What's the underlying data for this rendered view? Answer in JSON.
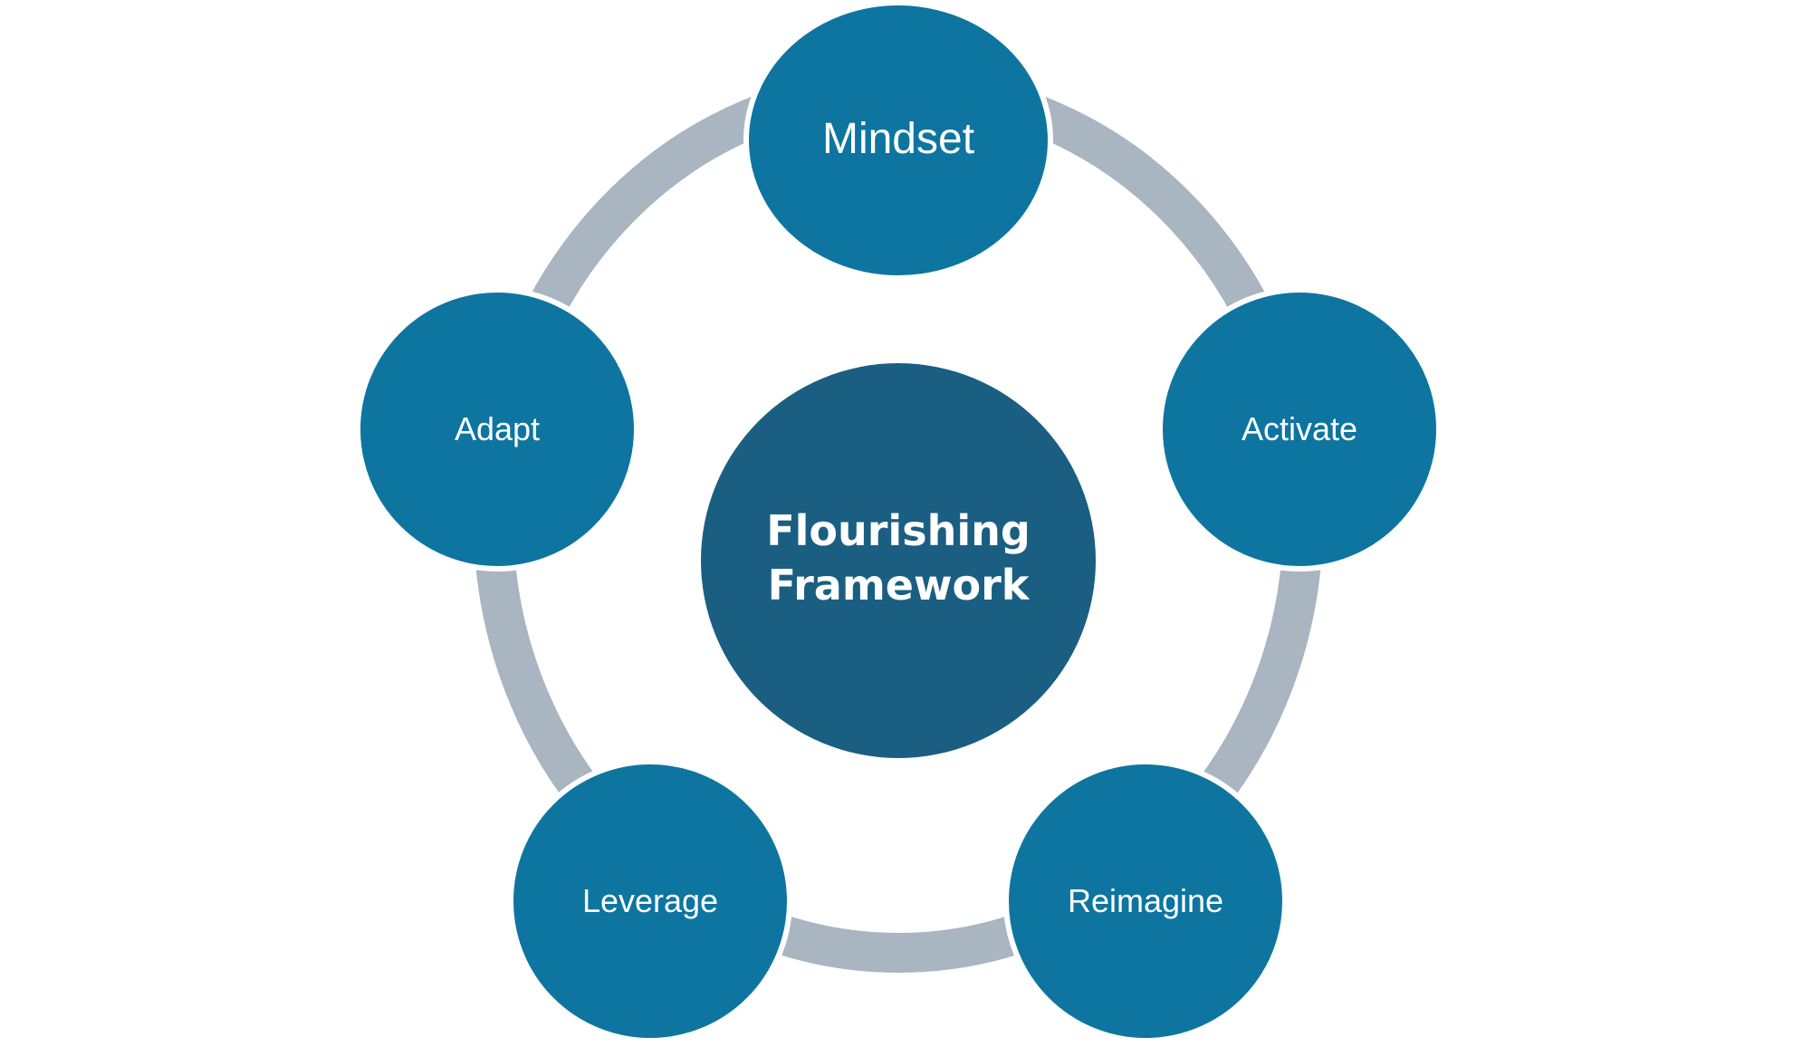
{
  "center": {
    "line1": "Flourishing",
    "line2": "Framework",
    "color": "#1A5E82"
  },
  "nodes": [
    {
      "label": "Mindset"
    },
    {
      "label": "Activate"
    },
    {
      "label": "Reimagine"
    },
    {
      "label": "Leverage"
    },
    {
      "label": "Adapt"
    }
  ],
  "colors": {
    "node_fill": "#0E75A0",
    "connector": "#A9B5C1",
    "node_outline": "#FFFFFF",
    "background": "#FFFFFF"
  }
}
